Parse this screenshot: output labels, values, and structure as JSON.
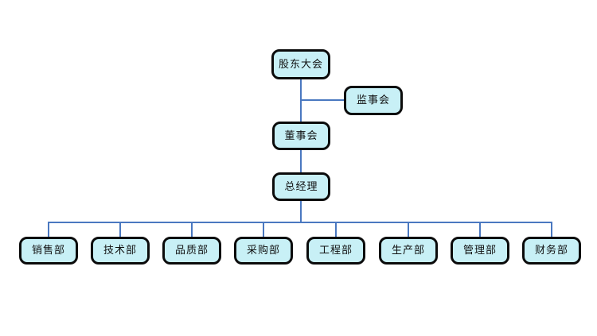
{
  "diagram": {
    "type": "org-chart",
    "background_color": "#ffffff",
    "box_fill_color": "#c8f0f6",
    "box_border_color": "#0b0b0b",
    "connector_color": "#4a78c0",
    "nodes": {
      "shareholders_meeting": {
        "label": "股东大会"
      },
      "supervisory_board": {
        "label": "监事会"
      },
      "board_of_directors": {
        "label": "董事会"
      },
      "general_manager": {
        "label": "总经理"
      }
    },
    "departments": [
      {
        "label": "销售部"
      },
      {
        "label": "技术部"
      },
      {
        "label": "品质部"
      },
      {
        "label": "采购部"
      },
      {
        "label": "工程部"
      },
      {
        "label": "生产部"
      },
      {
        "label": "管理部"
      },
      {
        "label": "财务部"
      }
    ]
  }
}
